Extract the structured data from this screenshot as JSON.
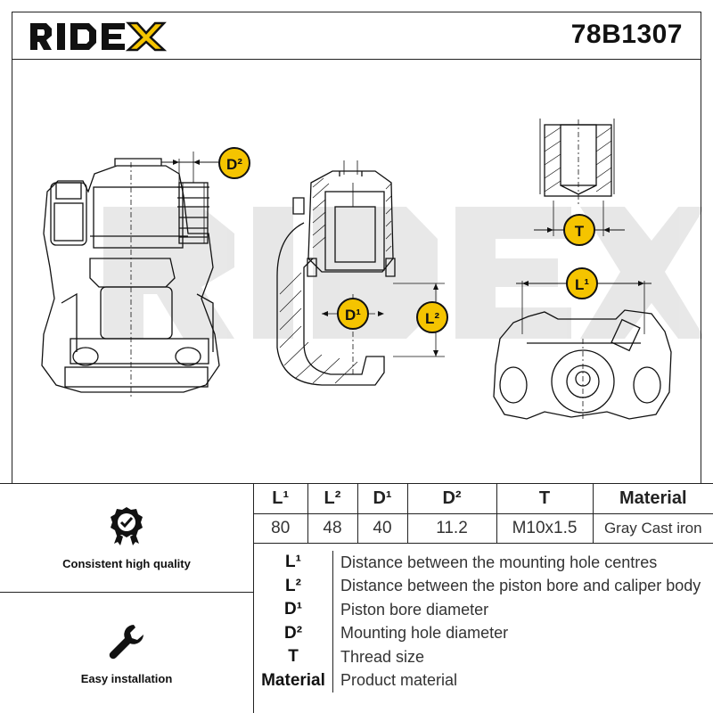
{
  "header": {
    "brand": "RIDEX",
    "part_number": "78B1307"
  },
  "watermark": "RIDEX",
  "drawing_labels": {
    "d2": "D²",
    "d1": "D¹",
    "l2": "L²",
    "t": "T",
    "l1": "L¹"
  },
  "features": [
    {
      "label": "Consistent high quality",
      "icon": "quality-badge-icon"
    },
    {
      "label": "Easy installation",
      "icon": "wrench-icon"
    }
  ],
  "spec_table": {
    "headers": [
      "L¹",
      "L²",
      "D¹",
      "D²",
      "T",
      "Material"
    ],
    "values": [
      "80",
      "48",
      "40",
      "11.2",
      "M10x1.5",
      "Gray Cast iron"
    ]
  },
  "legend": [
    {
      "symbol": "L¹",
      "description": "Distance between the mounting hole centres"
    },
    {
      "symbol": "L²",
      "description": "Distance between the piston bore and caliper body"
    },
    {
      "symbol": "D¹",
      "description": "Piston bore diameter"
    },
    {
      "symbol": "D²",
      "description": "Mounting hole diameter"
    },
    {
      "symbol": "T",
      "description": "Thread size"
    },
    {
      "symbol": "Material",
      "description": "Product material"
    }
  ],
  "colors": {
    "accent": "#f5c400",
    "line": "#111111"
  }
}
